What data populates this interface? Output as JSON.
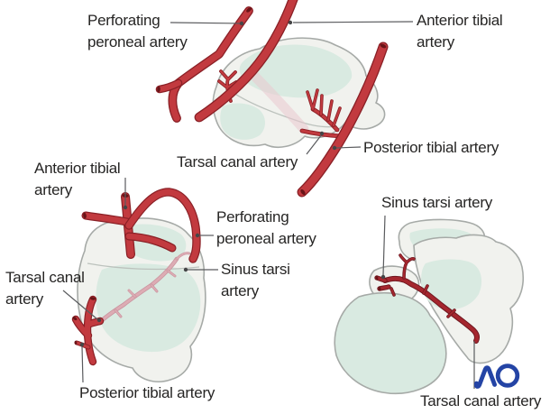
{
  "labels": {
    "f1_perforating_peroneal": "Perforating\nperoneal artery",
    "f1_anterior_tibial": "Anterior tibial\nartery",
    "f1_posterior_tibial": "Posterior tibial artery",
    "f1_tarsal_canal": "Tarsal canal artery",
    "f2_anterior_tibial": "Anterior tibial\nartery",
    "f2_perforating_peroneal": "Perforating\nperoneal artery",
    "f2_sinus_tarsi": "Sinus tarsi\nartery",
    "f2_tarsal_canal": "Tarsal canal\nartery",
    "f2_posterior_tibial": "Posterior tibial artery",
    "f3_sinus_tarsi": "Sinus tarsi artery",
    "f3_tarsal_canal": "Tarsal canal artery"
  },
  "logo": {
    "text": "AO"
  },
  "colors": {
    "artery_red": "#c23a3f",
    "artery_dark": "#8a2026",
    "artery_deepest": "#691418",
    "artery3_red": "#a5262e",
    "artery3_dark": "#701820",
    "pink": "#ddacb4",
    "pink_dark": "#c9939e",
    "pink_faint": "#e9c9cf",
    "bone_white": "#f1f2ee",
    "bone_mint": "#d9eae1",
    "outline_gray": "#a6aaa7",
    "contour_gray": "#bcc2bd",
    "label_color": "#262524",
    "leader_color": "#5a5b5e",
    "leader_dot": "#454547",
    "ao_blue": "#2444a5"
  }
}
